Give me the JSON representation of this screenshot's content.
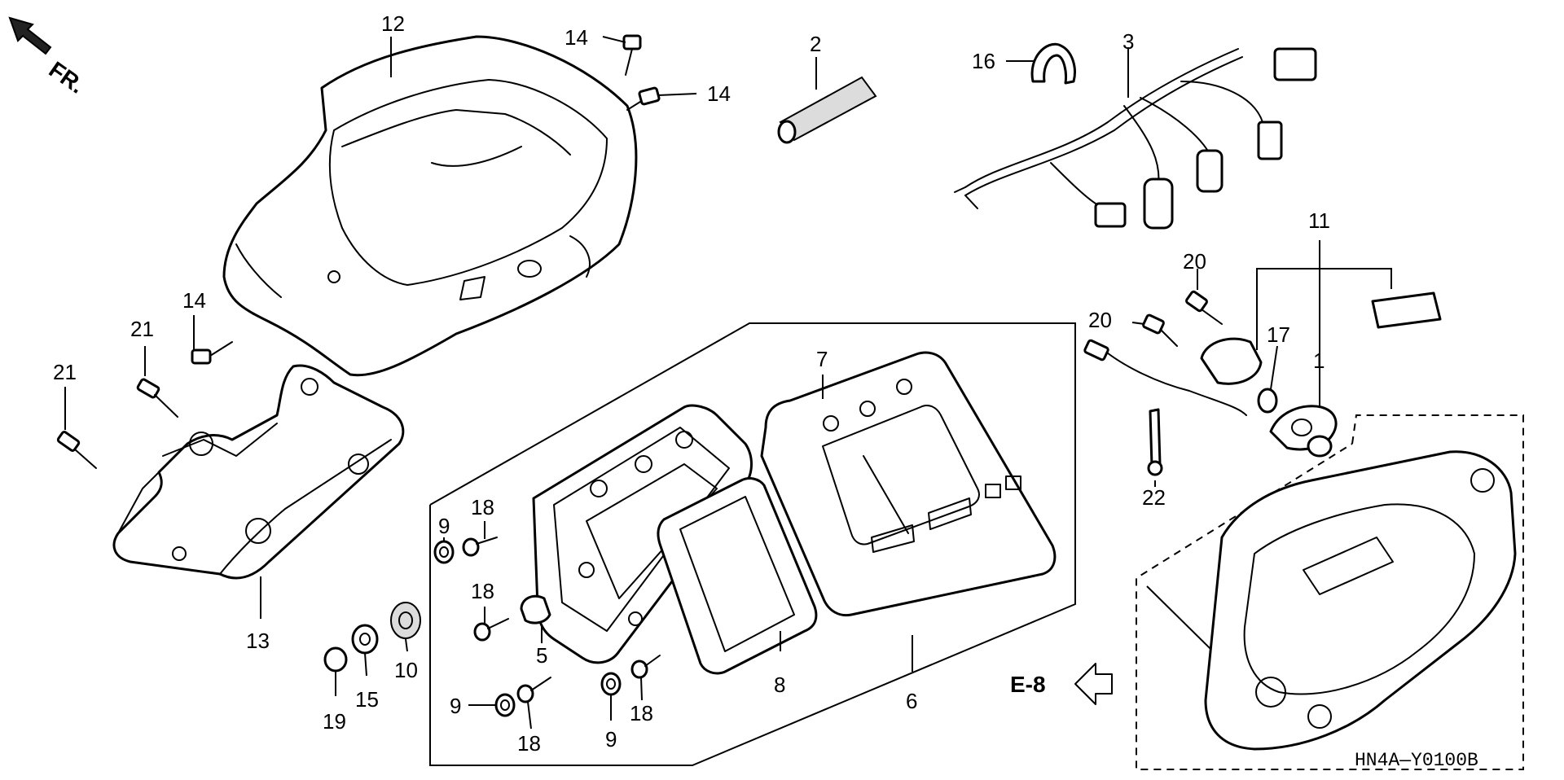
{
  "diagram": {
    "direction_label": "FR.",
    "reference_label": "E-8",
    "figure_code": "HN4A—Y0100B",
    "callouts": {
      "c1": "1",
      "c2": "2",
      "c3": "3",
      "c5": "5",
      "c6": "6",
      "c7": "7",
      "c8": "8",
      "c9a": "9",
      "c9b": "9",
      "c9c": "9",
      "c10": "10",
      "c11": "11",
      "c12": "12",
      "c13": "13",
      "c14a": "14",
      "c14b": "14",
      "c14c": "14",
      "c15": "15",
      "c16": "16",
      "c17": "17",
      "c18a": "18",
      "c18b": "18",
      "c18c": "18",
      "c18d": "18",
      "c19": "19",
      "c20a": "20",
      "c20b": "20",
      "c21a": "21",
      "c21b": "21",
      "c22": "22"
    }
  }
}
